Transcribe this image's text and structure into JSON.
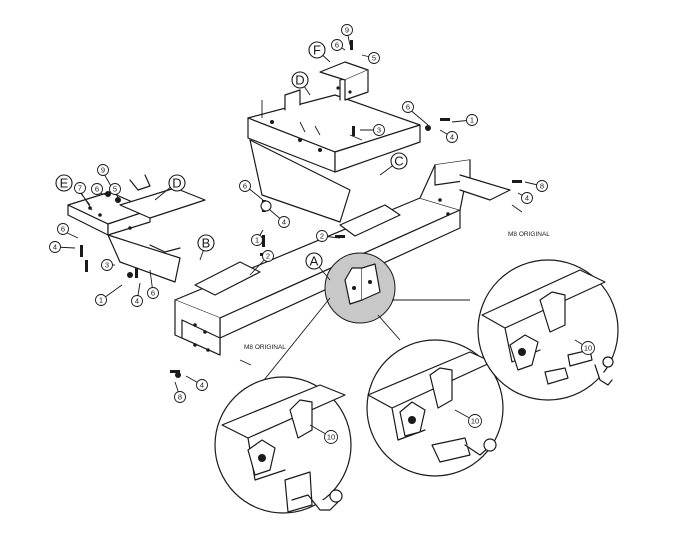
{
  "labels": {
    "a": "A",
    "b": "B",
    "c": "C",
    "d_top": "D",
    "d_left": "D",
    "e": "E",
    "f": "F"
  },
  "callouts": {
    "n1_left": "1",
    "n1_center": "1",
    "n1_right": "1",
    "n2_left": "2",
    "n2_center": "2",
    "n3_left": "3",
    "n3_top": "3",
    "n4_left": "4",
    "n4_left_low": "4",
    "n4_center": "4",
    "n4_top": "4",
    "n4_right": "4",
    "n4_bottom": "4",
    "n5_left": "5",
    "n5_top": "5",
    "n6_left": "6",
    "n6_left_low": "6",
    "n6_center": "6",
    "n6_top_a": "6",
    "n6_top_b": "6",
    "n7_left": "7",
    "n8_right": "8",
    "n8_bottom": "8",
    "n9_left": "9",
    "n9_top": "9",
    "n10_detail1": "10",
    "n10_detail2": "10",
    "n10_detail3": "10"
  },
  "notes": {
    "m8_right": "M8 ORIGINAL",
    "m8_bottom": "M8 ORIGINAL"
  },
  "colors": {
    "line": "#1a1a1a",
    "highlight": "#c8c8c8",
    "background": "#ffffff"
  }
}
